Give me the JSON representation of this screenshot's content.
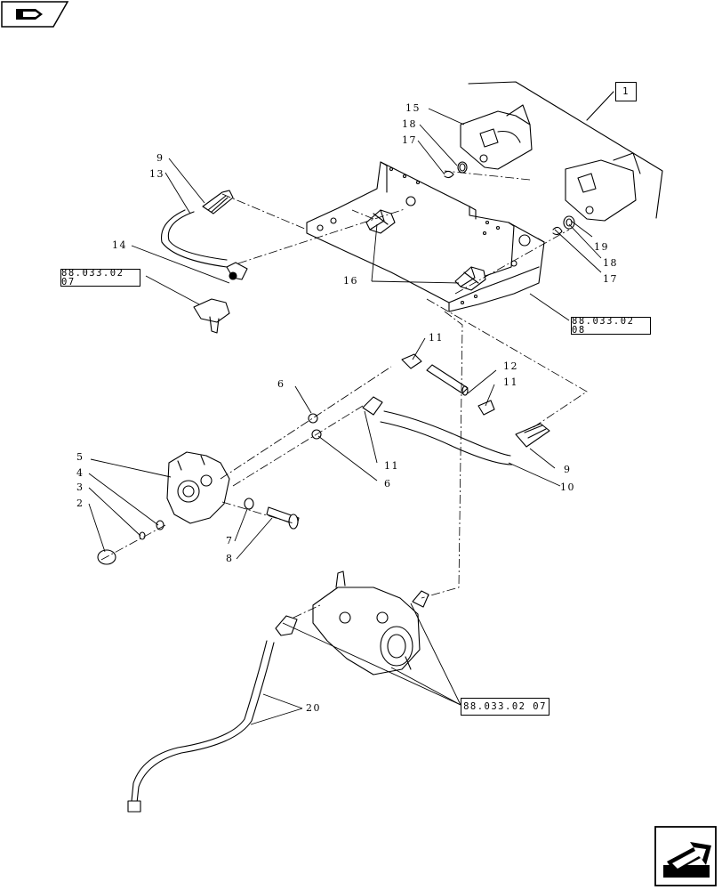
{
  "nav": {
    "prev_icon": "chevron-page-back-icon",
    "next_icon": "arrow-next-page-icon"
  },
  "references": {
    "item_1": "1",
    "ref_a": "88.033.02 07",
    "ref_b": "88.033.02 08",
    "ref_c": "88.033.02 07"
  },
  "callouts": {
    "c15": "15",
    "c18a": "18",
    "c17a": "17",
    "c9a": "9",
    "c13": "13",
    "c14": "14",
    "c19": "19",
    "c18b": "18",
    "c17b": "17",
    "c16": "16",
    "c11a": "11",
    "c12": "12",
    "c11b": "11",
    "c6a": "6",
    "c11c": "11",
    "c6b": "6",
    "c5": "5",
    "c4": "4",
    "c3": "3",
    "c2": "2",
    "c7": "7",
    "c8": "8",
    "c9b": "9",
    "c10": "10",
    "c20": "20"
  }
}
